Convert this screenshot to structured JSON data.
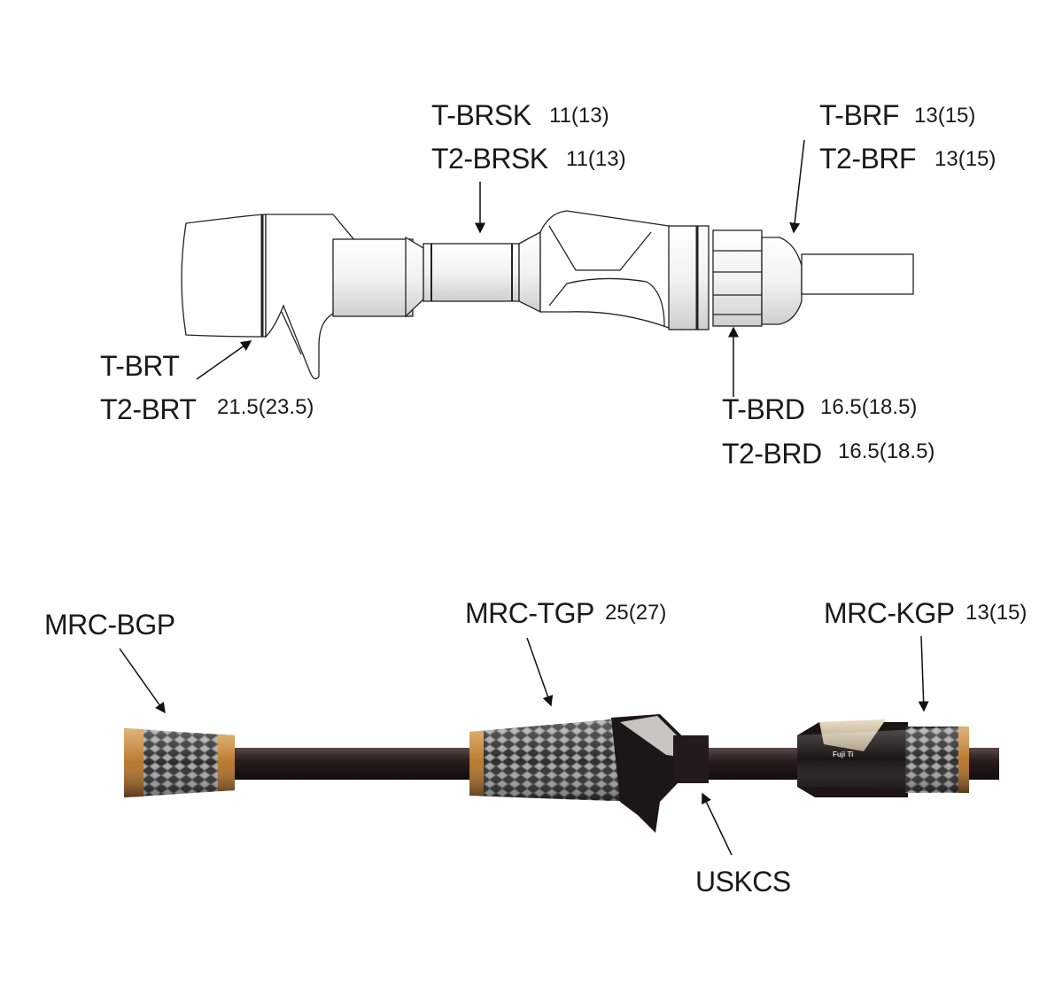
{
  "top_diagram": {
    "brsk": {
      "name_1": "T-BRSK",
      "size_1": "11(13)",
      "name_2": "T2-BRSK",
      "size_2": "11(13)"
    },
    "brf": {
      "name_1": "T-BRF",
      "size_1": "13(15)",
      "name_2": "T2-BRF",
      "size_2": "13(15)"
    },
    "brt": {
      "name_1": "T-BRT",
      "name_2": "T2-BRT",
      "size": "21.5(23.5)"
    },
    "brd": {
      "name_1": "T-BRD",
      "size_1": "16.5(18.5)",
      "name_2": "T2-BRD",
      "size_2": "16.5(18.5)"
    }
  },
  "bottom_diagram": {
    "bgp": {
      "name": "MRC-BGP"
    },
    "tgp": {
      "name": "MRC-TGP",
      "size": "25(27)"
    },
    "kgp": {
      "name": "MRC-KGP",
      "size": "13(15)"
    },
    "uskcs": {
      "name": "USKCS"
    },
    "reel_seat_brand": "Fuji Ti"
  },
  "colors": {
    "cork": "#b9792f",
    "blank": "#2a1d1d",
    "weave": "#5a5a5a"
  }
}
